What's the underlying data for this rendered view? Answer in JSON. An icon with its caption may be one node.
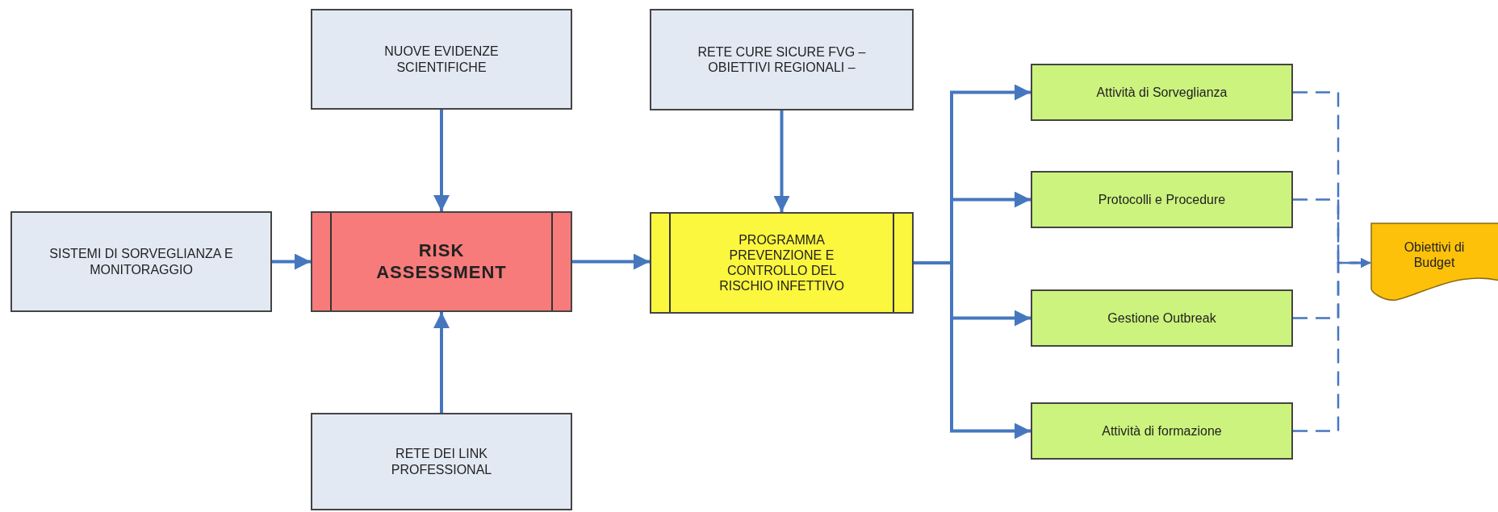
{
  "diagram": {
    "nodes": [
      {
        "text": [
          "NUOVE EVIDENZE SCIENTIFICHE"
        ]
      },
      {
        "text": [
          "RETE CURE SICURE FVG – OBIETTIVI REGIONALI –"
        ]
      },
      {
        "text": [
          "Attività di Sorveglianza"
        ]
      },
      {
        "text": [
          "Protocolli e Procedure"
        ]
      },
      {
        "text": [
          "SISTEMI DI SORVEGLIANZA E MONITORAGGIO"
        ]
      },
      {
        "text": [
          "RISK ASSESSMENT"
        ]
      },
      {
        "text": [
          "PROGRAMMA PREVENZIONE E CONTROLLO DEL RISCHIO INFETTIVO"
        ]
      },
      {
        "text": [
          "Obiettivi di Budget"
        ]
      },
      {
        "text": [
          "Gestione Outbreak"
        ]
      },
      {
        "text": [
          "Attività di formazione"
        ]
      },
      {
        "text": [
          "RETE DEI LINK PROFESSIONAL"
        ]
      }
    ],
    "edges": [
      {
        "from": 0,
        "to": 5,
        "arrow": "to"
      },
      {
        "from": 4,
        "to": 5,
        "arrow": "to"
      },
      {
        "from": 10,
        "to": 5,
        "arrow": "to"
      },
      {
        "from": 5,
        "to": 6,
        "arrow": "to"
      },
      {
        "from": 1,
        "to": 6,
        "arrow": "to"
      },
      {
        "from": 6,
        "to": 2,
        "arrow": "to"
      },
      {
        "from": 6,
        "to": 3,
        "arrow": "to"
      },
      {
        "from": 6,
        "to": 8,
        "arrow": "to"
      },
      {
        "from": 6,
        "to": 9,
        "arrow": "to"
      },
      {
        "from": 2,
        "to": 7,
        "arrow": "to",
        "style": "dashed"
      },
      {
        "from": 3,
        "to": 7,
        "arrow": "to",
        "style": "dashed"
      },
      {
        "from": 8,
        "to": 7,
        "arrow": "to",
        "style": "dashed"
      },
      {
        "from": 9,
        "to": 7,
        "arrow": "to",
        "style": "dashed"
      }
    ]
  }
}
